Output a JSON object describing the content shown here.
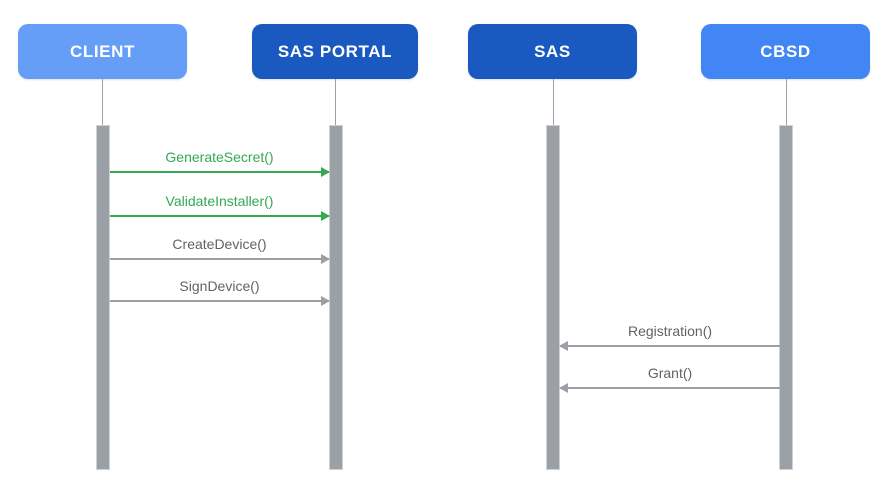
{
  "diagram_type": "sequence-diagram",
  "actors": [
    {
      "id": "client",
      "label": "CLIENT",
      "color": "#669df6",
      "text_color": "#ffffff"
    },
    {
      "id": "sas-portal",
      "label": "SAS PORTAL",
      "color": "#1a59c0",
      "text_color": "#ffffff"
    },
    {
      "id": "sas",
      "label": "SAS",
      "color": "#1a59c0",
      "text_color": "#ffffff"
    },
    {
      "id": "cbsd",
      "label": "CBSD",
      "color": "#4285f4",
      "text_color": "#ffffff"
    }
  ],
  "messages": [
    {
      "label": "GenerateSecret()",
      "from": "CLIENT",
      "to": "SAS PORTAL",
      "direction": "right",
      "color": "#34a853"
    },
    {
      "label": "ValidateInstaller()",
      "from": "CLIENT",
      "to": "SAS PORTAL",
      "direction": "right",
      "color": "#34a853"
    },
    {
      "label": "CreateDevice()",
      "from": "CLIENT",
      "to": "SAS PORTAL",
      "direction": "right",
      "color": "#9aa0a6",
      "text_color": "#5f6368"
    },
    {
      "label": "SignDevice()",
      "from": "CLIENT",
      "to": "SAS PORTAL",
      "direction": "right",
      "color": "#9aa0a6",
      "text_color": "#5f6368"
    },
    {
      "label": "Registration()",
      "from": "CBSD",
      "to": "SAS",
      "direction": "left",
      "color": "#9aa0a6",
      "text_color": "#5f6368"
    },
    {
      "label": "Grant()",
      "from": "CBSD",
      "to": "SAS",
      "direction": "left",
      "color": "#9aa0a6",
      "text_color": "#5f6368"
    }
  ],
  "colors": {
    "background": "#ffffff",
    "lifeline_gray": "#9aa0a6",
    "activation_bar_gray": "#9aa0a6",
    "message_green": "#34a853",
    "message_gray_line": "#9aa0a6",
    "message_gray_text": "#5f6368"
  }
}
